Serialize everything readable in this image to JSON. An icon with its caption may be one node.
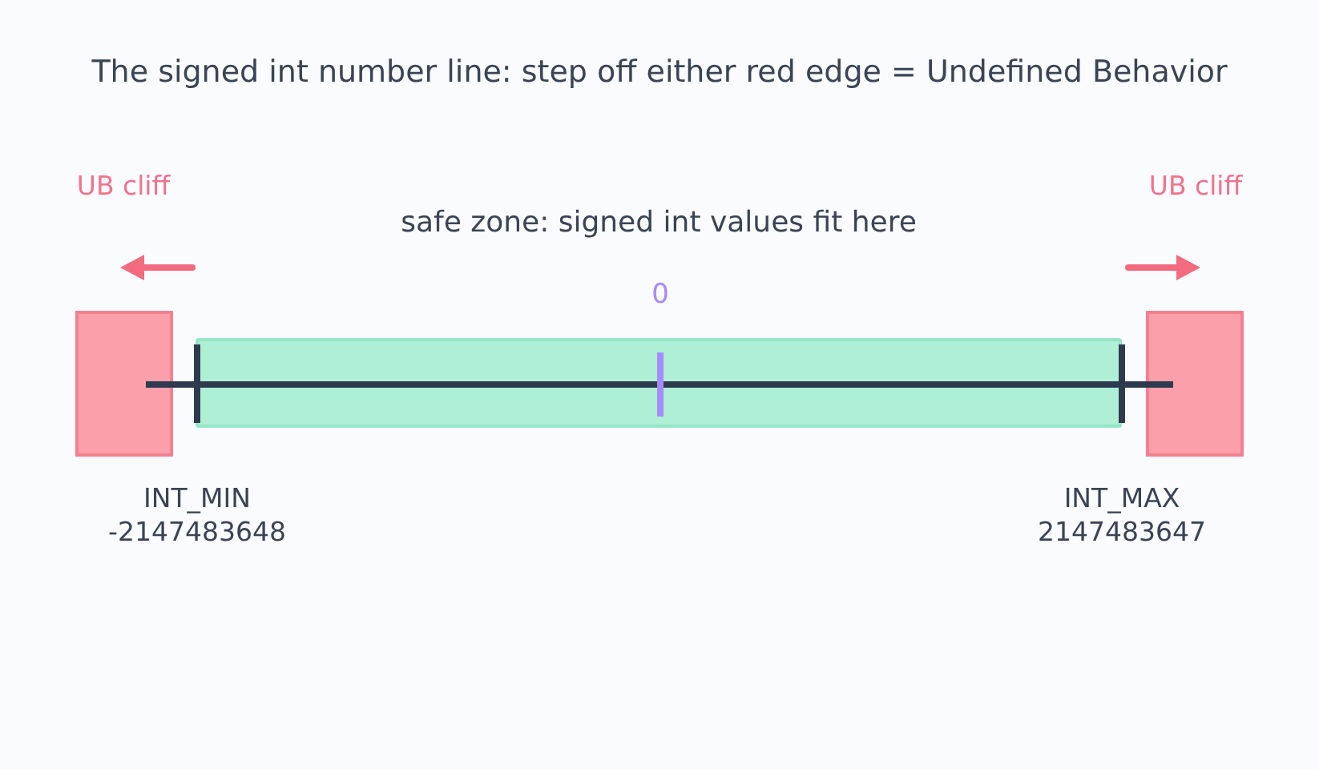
{
  "diagram": {
    "title": "The signed int number line: step off either red edge = Undefined Behavior",
    "nodes": [
      {
        "text": [],
        "shape": "box"
      },
      {
        "text": [],
        "shape": "bar",
        "beside": [
          "safe zone: signed int values fit here"
        ]
      },
      {
        "text": [],
        "shape": "box"
      }
    ],
    "labels": [
      "UB cliff",
      "UB cliff",
      "0",
      "INT_MIN",
      "-2147483648",
      "INT_MAX",
      "2147483647"
    ]
  }
}
